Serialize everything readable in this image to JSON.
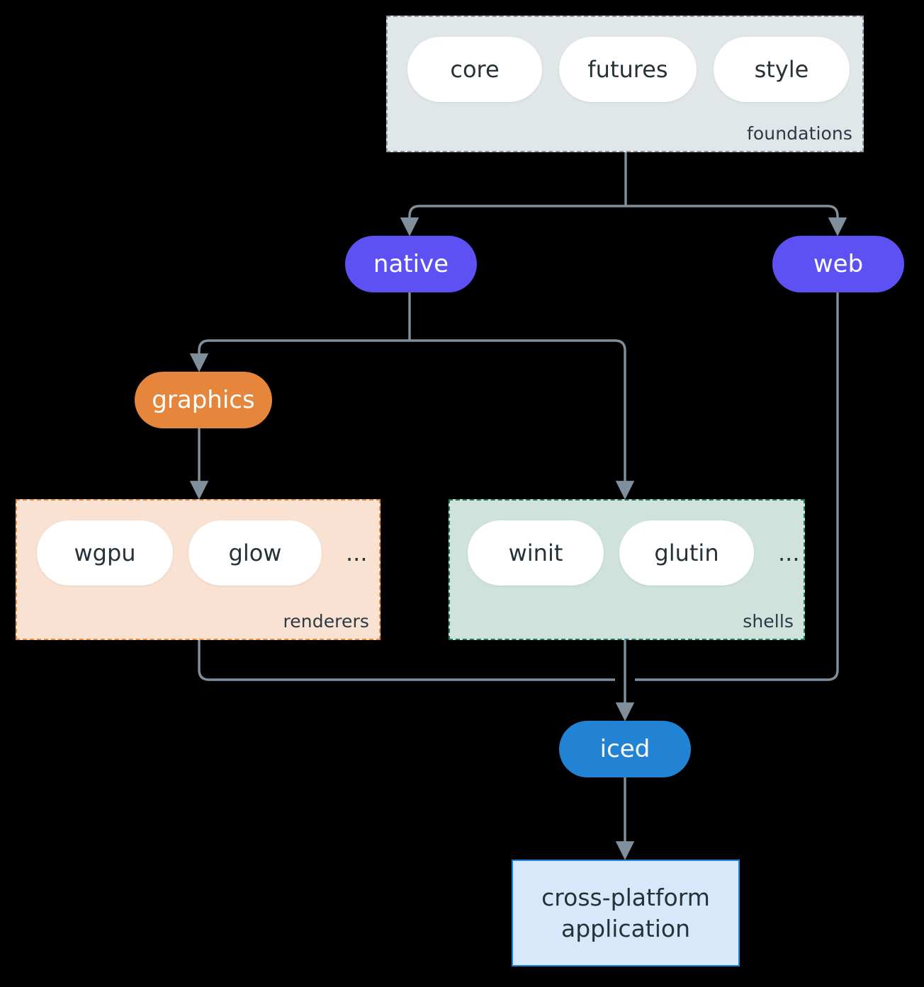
{
  "diagram": {
    "type": "architecture-flow",
    "background": "#000000",
    "edge_color": "#7f8f9c",
    "clusters": [
      {
        "id": "foundations",
        "label": "foundations",
        "fill": "#e1e6e9",
        "border": "#8c9aa6",
        "items": [
          "core",
          "futures",
          "style"
        ]
      },
      {
        "id": "renderers",
        "label": "renderers",
        "fill": "#fae2d2",
        "border": "#e88c3d",
        "items": [
          "wgpu",
          "glow"
        ],
        "more": "..."
      },
      {
        "id": "shells",
        "label": "shells",
        "fill": "#cfe2dc",
        "border": "#1f7a66",
        "items": [
          "winit",
          "glutin"
        ],
        "more": "..."
      }
    ],
    "nodes": {
      "native": {
        "label": "native",
        "color": "#5d51f3"
      },
      "web": {
        "label": "web",
        "color": "#5d51f3"
      },
      "graphics": {
        "label": "graphics",
        "color": "#e6863c"
      },
      "iced": {
        "label": "iced",
        "color": "#2283d4"
      },
      "application": {
        "line1": "cross-platform",
        "line2": "application",
        "fill": "#d6e8fa",
        "border": "#2283d4"
      }
    },
    "edges": [
      {
        "from": "foundations",
        "to": "native"
      },
      {
        "from": "foundations",
        "to": "web"
      },
      {
        "from": "native",
        "to": "graphics"
      },
      {
        "from": "native",
        "to": "shells"
      },
      {
        "from": "graphics",
        "to": "renderers"
      },
      {
        "from": "renderers",
        "to": "iced"
      },
      {
        "from": "shells",
        "to": "iced"
      },
      {
        "from": "web",
        "to": "iced"
      },
      {
        "from": "iced",
        "to": "application"
      }
    ]
  }
}
